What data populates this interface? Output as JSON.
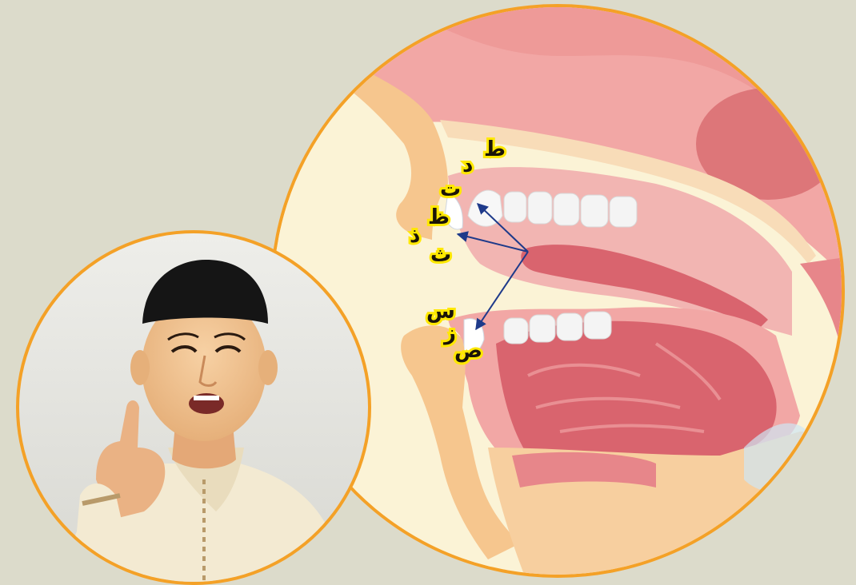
{
  "colors": {
    "background": "#dcdbcb",
    "ring": "#f4a127",
    "arrow": "#1e3a8a",
    "label_fill": "#1a1408",
    "label_glow": "#ffe800",
    "gum_pink": "#f2a7a5",
    "lip": "#f6c68e",
    "tongue": "#d9646e",
    "tooth": "#f7f7f7"
  },
  "labels": {
    "upper_group_top": [
      "ط",
      "د",
      "ت"
    ],
    "upper_group_mid": [
      "ظ",
      "ذ",
      "ث"
    ],
    "lower_group": [
      "س",
      "ز",
      "ص"
    ]
  },
  "photo": {
    "subject": "man in black kopiah and cream baju melayu raising index finger",
    "icon": "person-photo-icon"
  }
}
